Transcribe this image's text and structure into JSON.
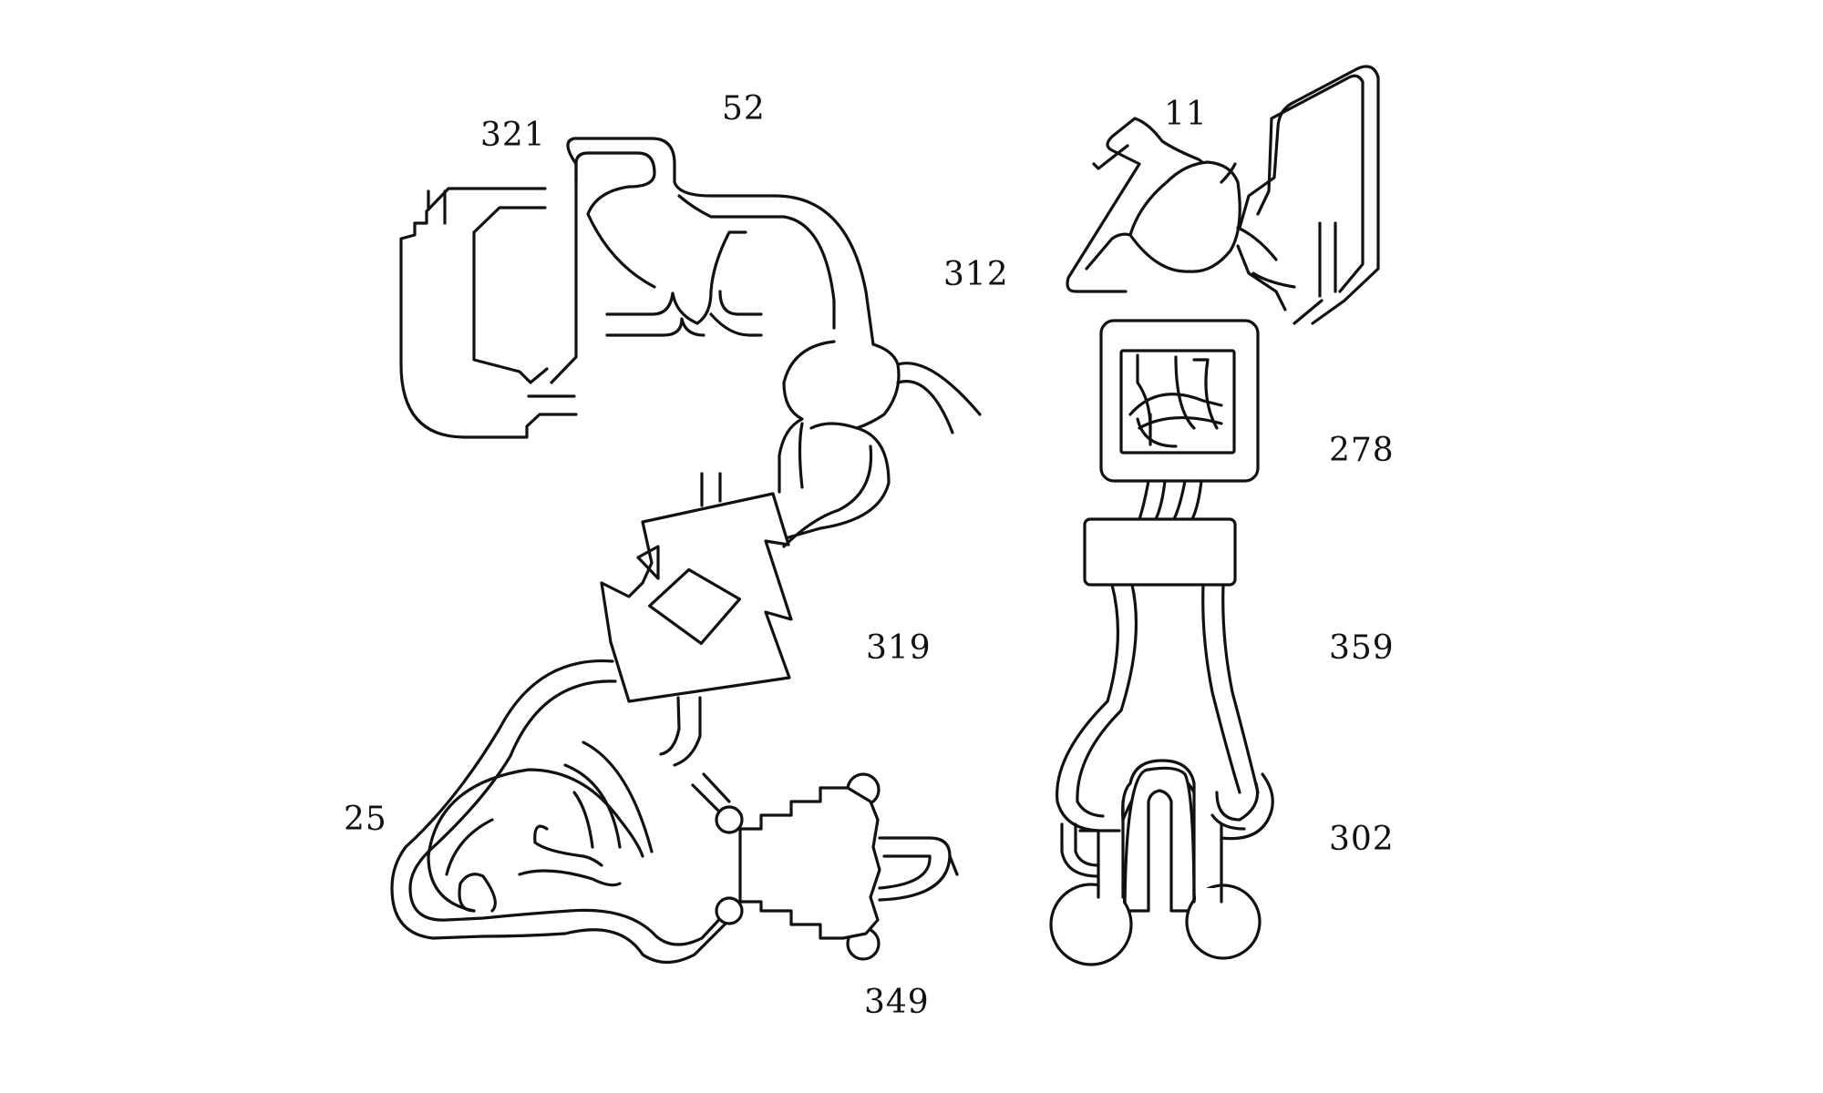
{
  "diagram": {
    "labels": {
      "l321": "321",
      "l52": "52",
      "l312": "312",
      "l319": "319",
      "l25": "25",
      "l349": "349",
      "l11": "11",
      "l278": "278",
      "l359": "359",
      "l302": "302"
    },
    "colors": {
      "line": "#111111",
      "background": "#ffffff"
    }
  }
}
